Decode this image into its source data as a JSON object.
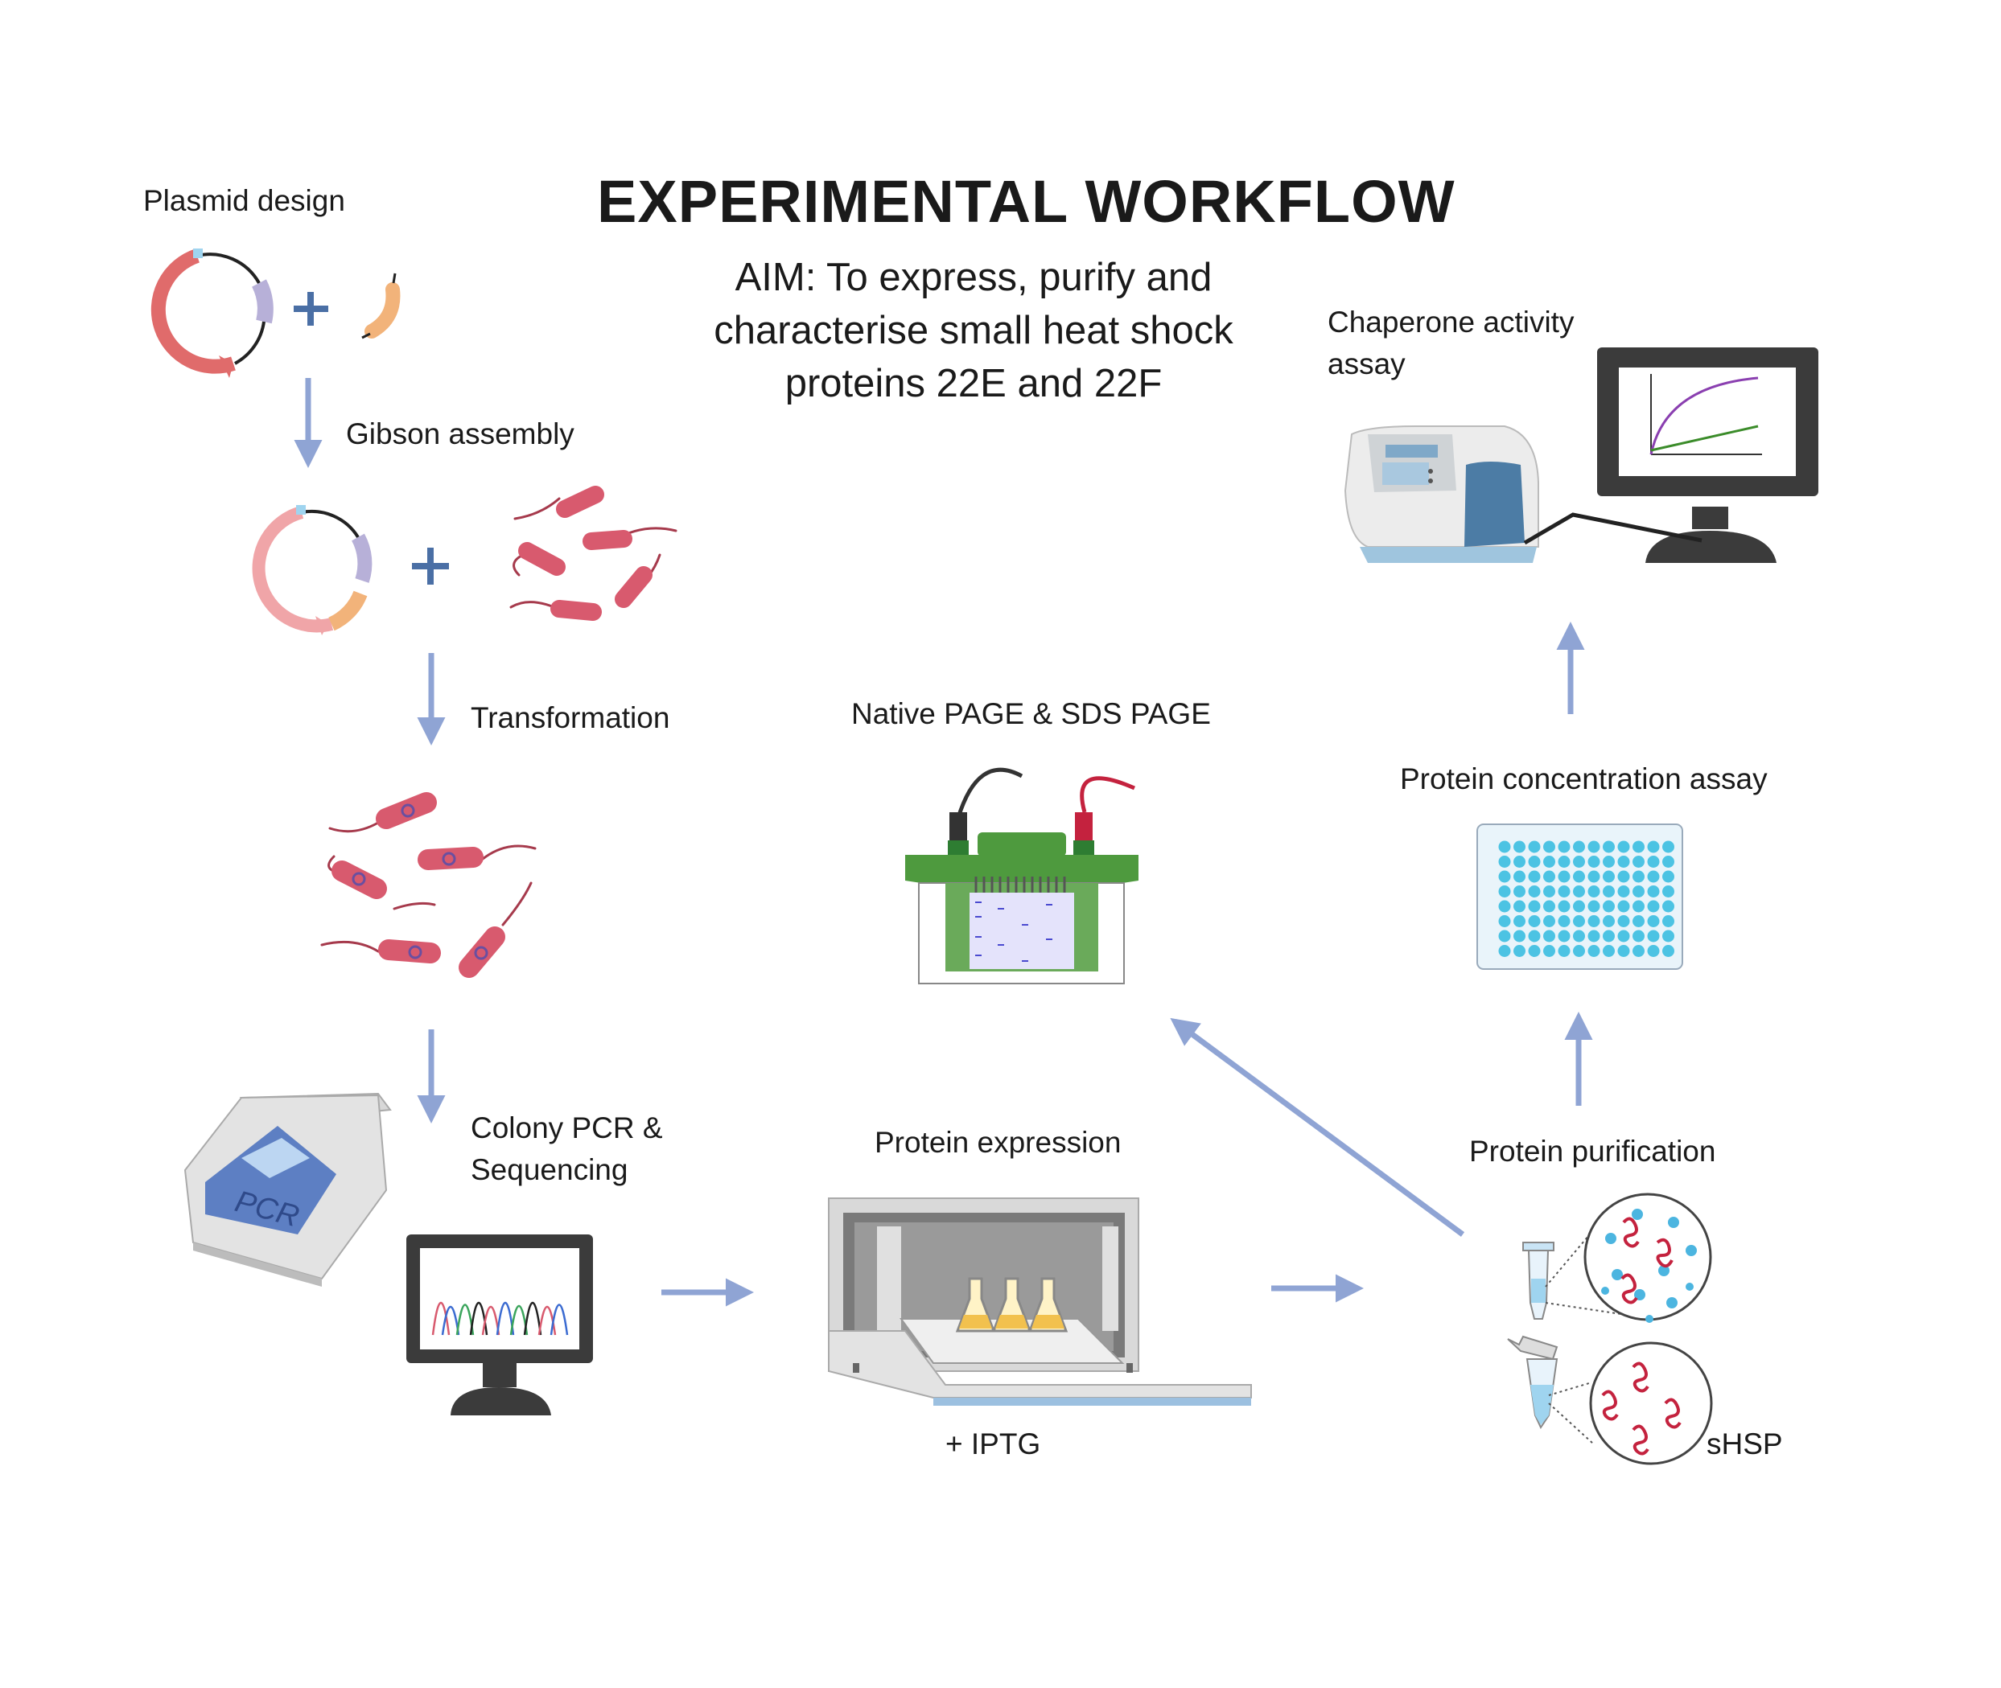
{
  "title": "EXPERIMENTAL WORKFLOW",
  "aim": {
    "line1": "AIM: To express, purify and",
    "line2": "characterise small heat shock",
    "line3": "proteins 22E and 22F"
  },
  "steps": {
    "plasmid_design": "Plasmid design",
    "gibson_assembly": "Gibson assembly",
    "transformation": "Transformation",
    "colony_pcr_line1": "Colony PCR &",
    "colony_pcr_line2": "Sequencing",
    "protein_expression": "Protein expression",
    "iptg": "+ IPTG",
    "protein_purification": "Protein purification",
    "shsp": "sHSP",
    "native_page": "Native PAGE & SDS PAGE",
    "protein_concentration": "Protein concentration assay",
    "chaperone_line1": "Chaperone activity",
    "chaperone_line2": "assay"
  },
  "icons": {
    "pcr_machine_label": "PCR",
    "plus_sign": "+"
  },
  "colors": {
    "arrow": "#8fa4d4",
    "plasmid_red": "#e06b6b",
    "plasmid_purple": "#b7b0d8",
    "insert_orange": "#f2b37a",
    "bacteria": "#d85a6e",
    "bacteria_outline": "#a63a4c",
    "plus": "#4a6fa5",
    "gel_green": "#4e9a3e",
    "plate_blue": "#4cc3e3",
    "monitor": "#3b3b3b"
  }
}
